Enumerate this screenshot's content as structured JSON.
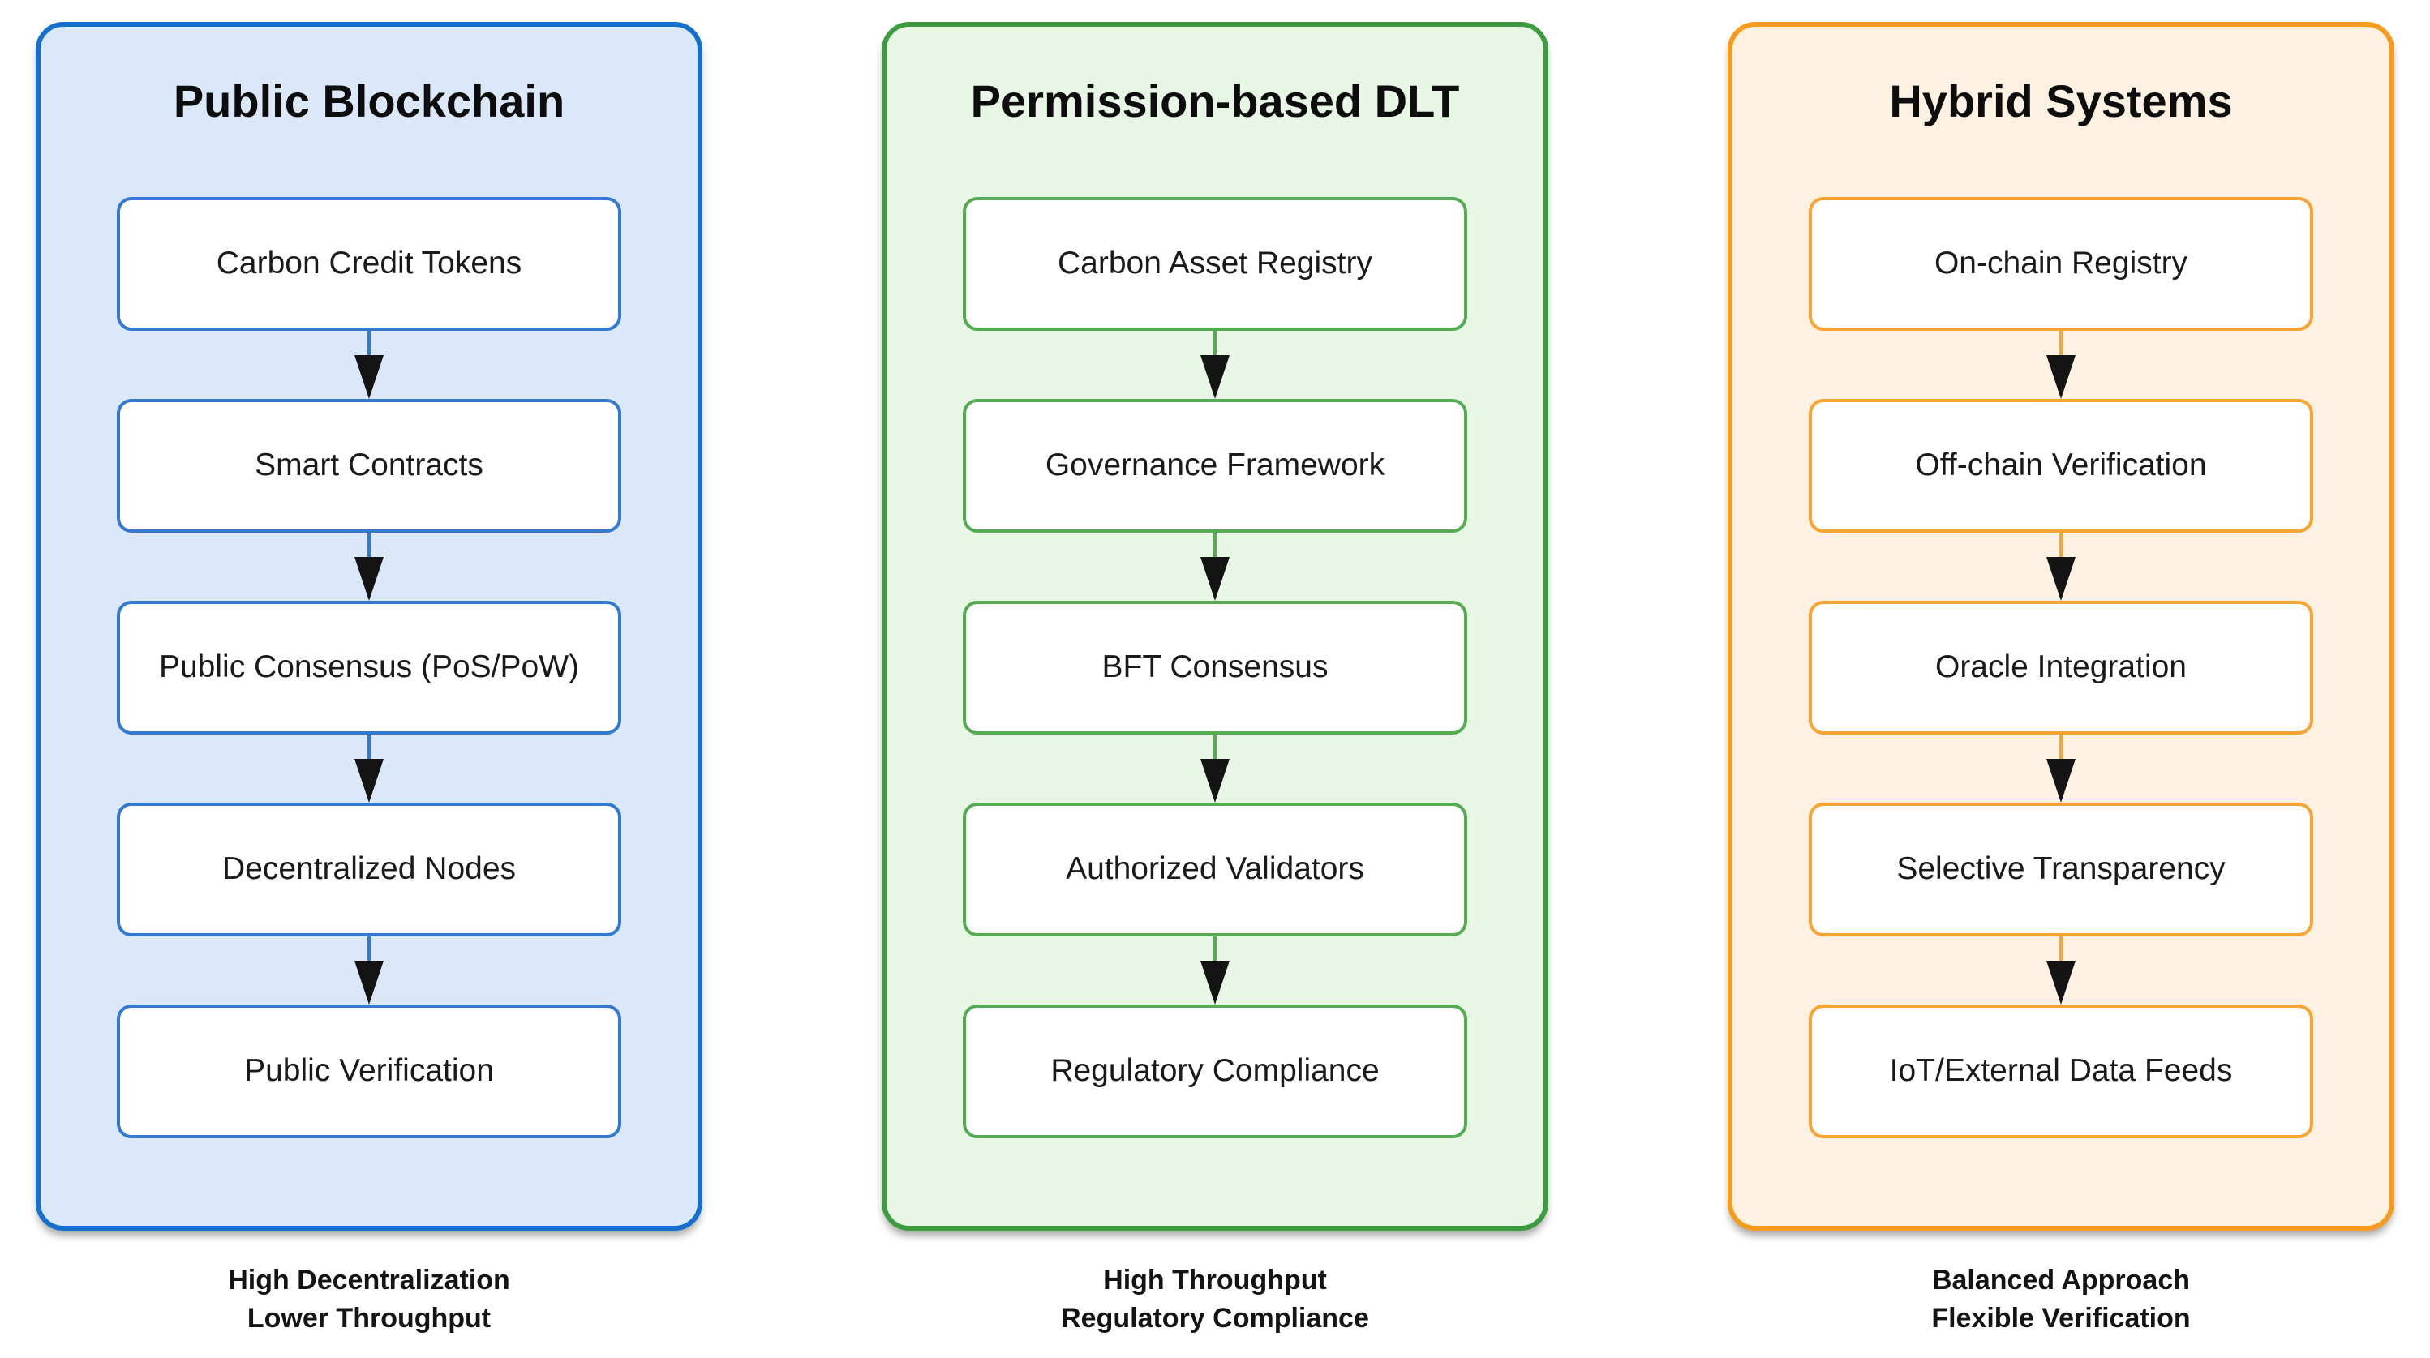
{
  "figure": {
    "background": "#ffffff",
    "arrowhead_color": "#141414",
    "text_color": "#141414"
  },
  "columns": [
    {
      "title": "Public Blockchain",
      "nodes": [
        "Carbon Credit Tokens",
        "Smart Contracts",
        "Public Consensus (PoS/PoW)",
        "Decentralized Nodes",
        "Public Verification"
      ],
      "caption": [
        "High Decentralization",
        "Lower Throughput"
      ],
      "colors": {
        "border": "#1470cc",
        "fill": "#dbe8fa",
        "node_border": "#3579cf"
      }
    },
    {
      "title": "Permission-based DLT",
      "nodes": [
        "Carbon Asset Registry",
        "Governance Framework",
        "BFT Consensus",
        "Authorized Validators",
        "Regulatory Compliance"
      ],
      "caption": [
        "High Throughput",
        "Regulatory Compliance"
      ],
      "colors": {
        "border": "#3d9c40",
        "fill": "#e8f6e6",
        "node_border": "#55ab52"
      }
    },
    {
      "title": "Hybrid Systems",
      "nodes": [
        "On-chain Registry",
        "Off-chain Verification",
        "Oracle Integration",
        "Selective Transparency",
        "IoT/External Data Feeds"
      ],
      "caption": [
        "Balanced Approach",
        "Flexible Verification"
      ],
      "colors": {
        "border": "#f89b1c",
        "fill": "#fdf2e2",
        "node_border": "#f9a333"
      }
    }
  ]
}
